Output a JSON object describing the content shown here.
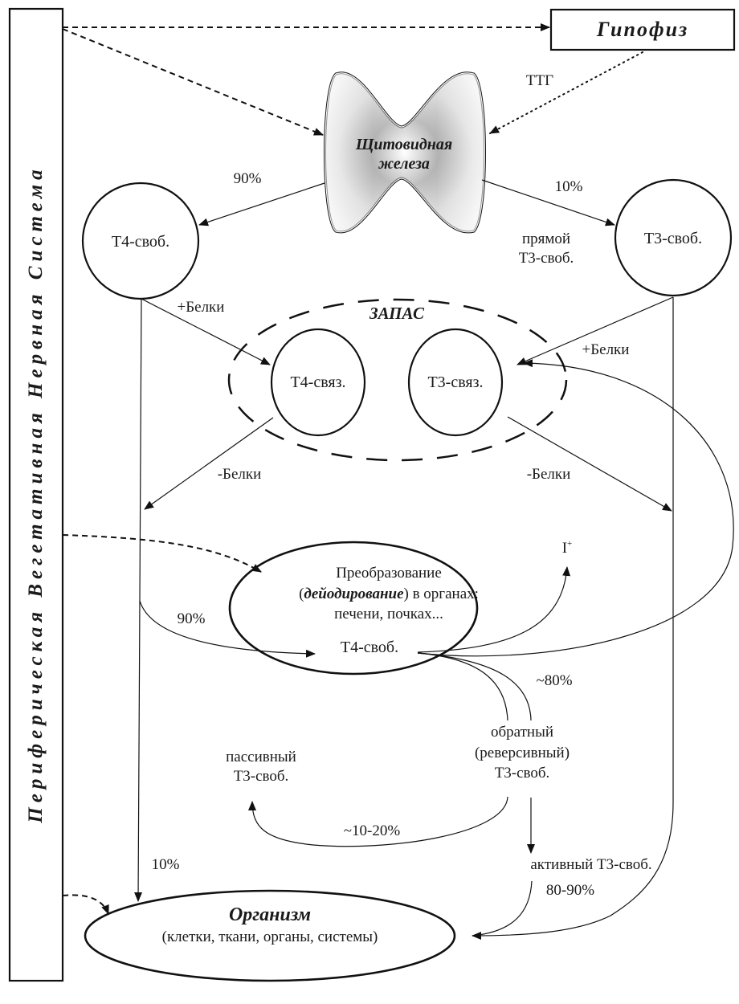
{
  "nodes": {
    "side_panel": "Периферическая Вегетативная Нервная Система",
    "pituitary": "Гипофиз",
    "thyroid_line1": "Щитовидная",
    "thyroid_line2": "железа",
    "t4_free": "Т4-своб.",
    "t3_free": "Т3-своб.",
    "reserve": "ЗАПАС",
    "t4_bound": "Т4-связ.",
    "t3_bound": "Т3-связ.",
    "conversion_line1": "Преобразование",
    "conversion_open": "(",
    "conversion_bold": "дейодирование",
    "conversion_rest": ") в органах:",
    "conversion_line3": "печени, почках...",
    "conversion_t4": "Т4-своб.",
    "organism_title": "Организм",
    "organism_sub": "(клетки, ткани, органы, системы)"
  },
  "labels": {
    "ttg": "ТТГ",
    "pct_90_top": "90%",
    "pct_10_top": "10%",
    "direct_t3_line1": "прямой",
    "direct_t3_line2": "Т3-своб.",
    "plus_proteins_left": "+Белки",
    "plus_proteins_right": "+Белки",
    "minus_proteins_left": "-Белки",
    "minus_proteins_right": "-Белки",
    "iodine": "I",
    "iodine_sup": "+",
    "pct_90_conv": "90%",
    "pct_80": "~80%",
    "reverse_line1": "обратный",
    "reverse_line2": "(реверсивный)",
    "reverse_line3": "Т3-своб.",
    "passive_line1": "пассивный",
    "passive_line2": "Т3-своб.",
    "pct_10_20": "~10-20%",
    "active": "активный Т3-своб.",
    "pct_80_90": "80-90%",
    "pct_10_bottom": "10%"
  }
}
